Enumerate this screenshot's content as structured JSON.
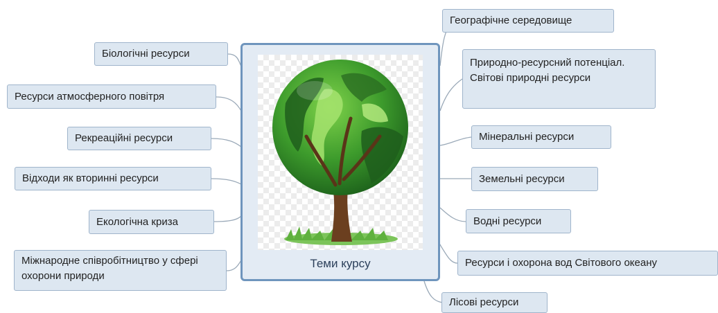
{
  "central": {
    "label": "Теми курсу",
    "image": "tree-globe-icon"
  },
  "left_topics": [
    {
      "label": "Біологічні ресурси"
    },
    {
      "label": "Ресурси атмосферного повітря"
    },
    {
      "label": "Рекреаційні ресурси"
    },
    {
      "label": "Відходи як вторинні ресурси"
    },
    {
      "label": "Екологічна криза"
    },
    {
      "label": "Міжнародне співробітництво у сфері охорони природи"
    }
  ],
  "right_topics": [
    {
      "label": "Географічне середовище"
    },
    {
      "label": "Природно-ресурсний потенціал. Світові природні ресурси"
    },
    {
      "label": "Мінеральні ресурси"
    },
    {
      "label": "Земельні ресурси"
    },
    {
      "label": "Водні ресурси"
    },
    {
      "label": "Ресурси і охорона вод Світового океану"
    },
    {
      "label": "Лісові ресурси"
    }
  ],
  "colors": {
    "topic_fill": "#dde7f1",
    "topic_border": "#9fb4cb",
    "central_border": "#6f95bd",
    "connector": "#9aa9b8"
  }
}
